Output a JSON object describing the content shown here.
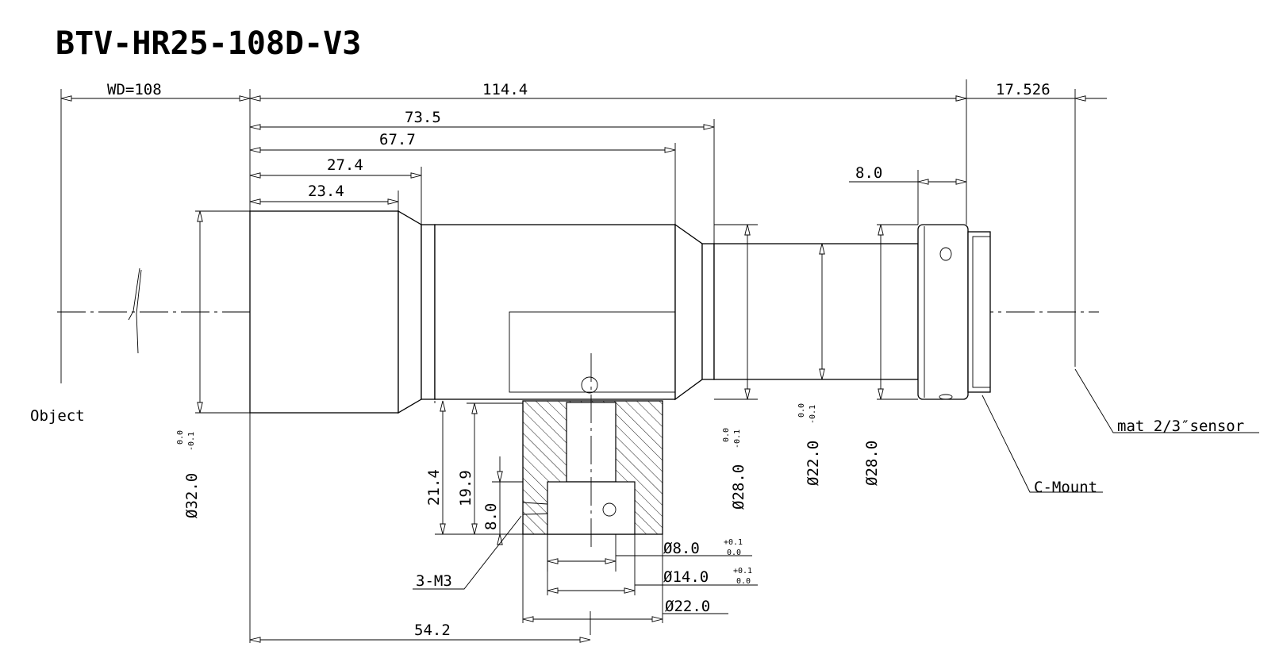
{
  "title": "BTV-HR25-108D-V3",
  "labels": {
    "object": "Object",
    "sensor": "mat 2/3″sensor",
    "mount": "C-Mount",
    "thread": "3-M3"
  },
  "dimensions": {
    "wd": "WD=108",
    "total": "114.4",
    "flange": "17.526",
    "d73": "73.5",
    "d67": "67.7",
    "d27": "27.4",
    "d23": "23.4",
    "d8_len": "8.0",
    "d54": "54.2",
    "h21": "21.4",
    "h19": "19.9",
    "h8": "8.0",
    "dia32": "Ø32.0",
    "dia28a": "Ø28.0",
    "dia22": "Ø22.0",
    "dia28b": "Ø28.0",
    "hole8": "Ø8.0",
    "hole14": "Ø14.0",
    "hole22": "Ø22.0"
  },
  "tolerances": {
    "zero": "0.0",
    "minus": "-0.1",
    "plus": "+0.1"
  }
}
